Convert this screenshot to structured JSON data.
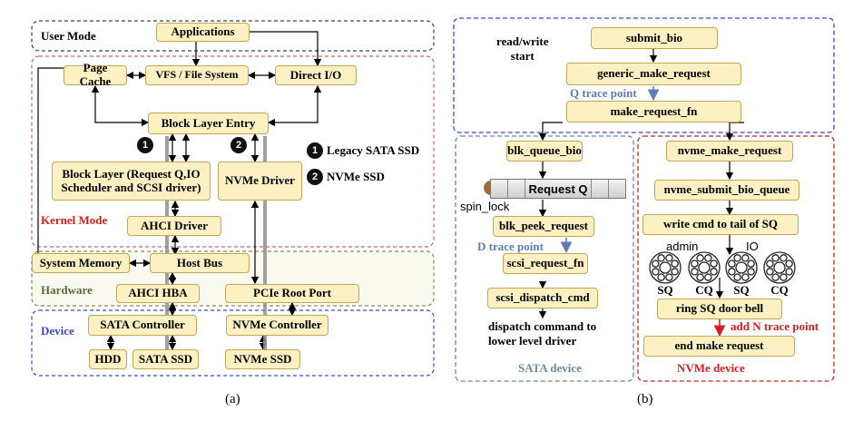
{
  "diagram_a": {
    "regions": {
      "user_mode": "User Mode",
      "kernel_mode": "Kernel Mode",
      "hardware": "Hardware",
      "device": "Device"
    },
    "boxes": {
      "applications": "Applications",
      "page_cache": "Page Cache",
      "vfs": "VFS / File System",
      "direct_io": "Direct I/O",
      "block_layer_entry": "Block Layer Entry",
      "block_layer": "Block Layer (Request Q,IO Scheduler and SCSI driver)",
      "nvme_driver": "NVMe Driver",
      "ahci_driver": "AHCI Driver",
      "system_memory": "System Memory",
      "host_bus": "Host Bus",
      "ahci_hba": "AHCI HBA",
      "pcie_root_port": "PCIe Root Port",
      "sata_controller": "SATA Controller",
      "nvme_controller": "NVMe Controller",
      "hdd": "HDD",
      "sata_ssd": "SATA SSD",
      "nvme_ssd": "NVMe SSD"
    },
    "legend": [
      {
        "badge": "1",
        "label": "Legacy SATA SSD"
      },
      {
        "badge": "2",
        "label": "NVMe SSD"
      }
    ],
    "caption": "(a)"
  },
  "diagram_b": {
    "start_label": "read/write\nstart",
    "boxes": {
      "submit_bio": "submit_bio",
      "generic_make_request": "generic_make_request",
      "make_request_fn": "make_request_fn",
      "blk_queue_bio": "blk_queue_bio",
      "blk_peek_request": "blk_peek_request",
      "scsi_request_fn": "scsi_request_fn",
      "scsi_dispatch_cmd": "scsi_dispatch_cmd",
      "nvme_make_request": "nvme_make_request",
      "nvme_submit_bio_queue": "nvme_submit_bio_queue",
      "write_cmd": "write cmd to tail of SQ",
      "ring_sq": "ring SQ door bell",
      "end_make_request": "end make request"
    },
    "request_q": "Request Q",
    "spin_lock": "spin_lock",
    "q_trace": "Q trace point",
    "d_trace": "D trace point",
    "n_trace": "add N trace point",
    "dispatch_text": "dispatch command to\nlower level driver",
    "admin_label": "admin",
    "io_label": "IO",
    "rings": [
      "SQ",
      "CQ",
      "SQ",
      "CQ"
    ],
    "sata_device": "SATA device",
    "nvme_device": "NVMe device",
    "caption": "(b)",
    "colors": {
      "trace_blue": "#5b7fb5",
      "trace_red": "#d31f1f",
      "nvme_red": "#d31f1f"
    }
  }
}
